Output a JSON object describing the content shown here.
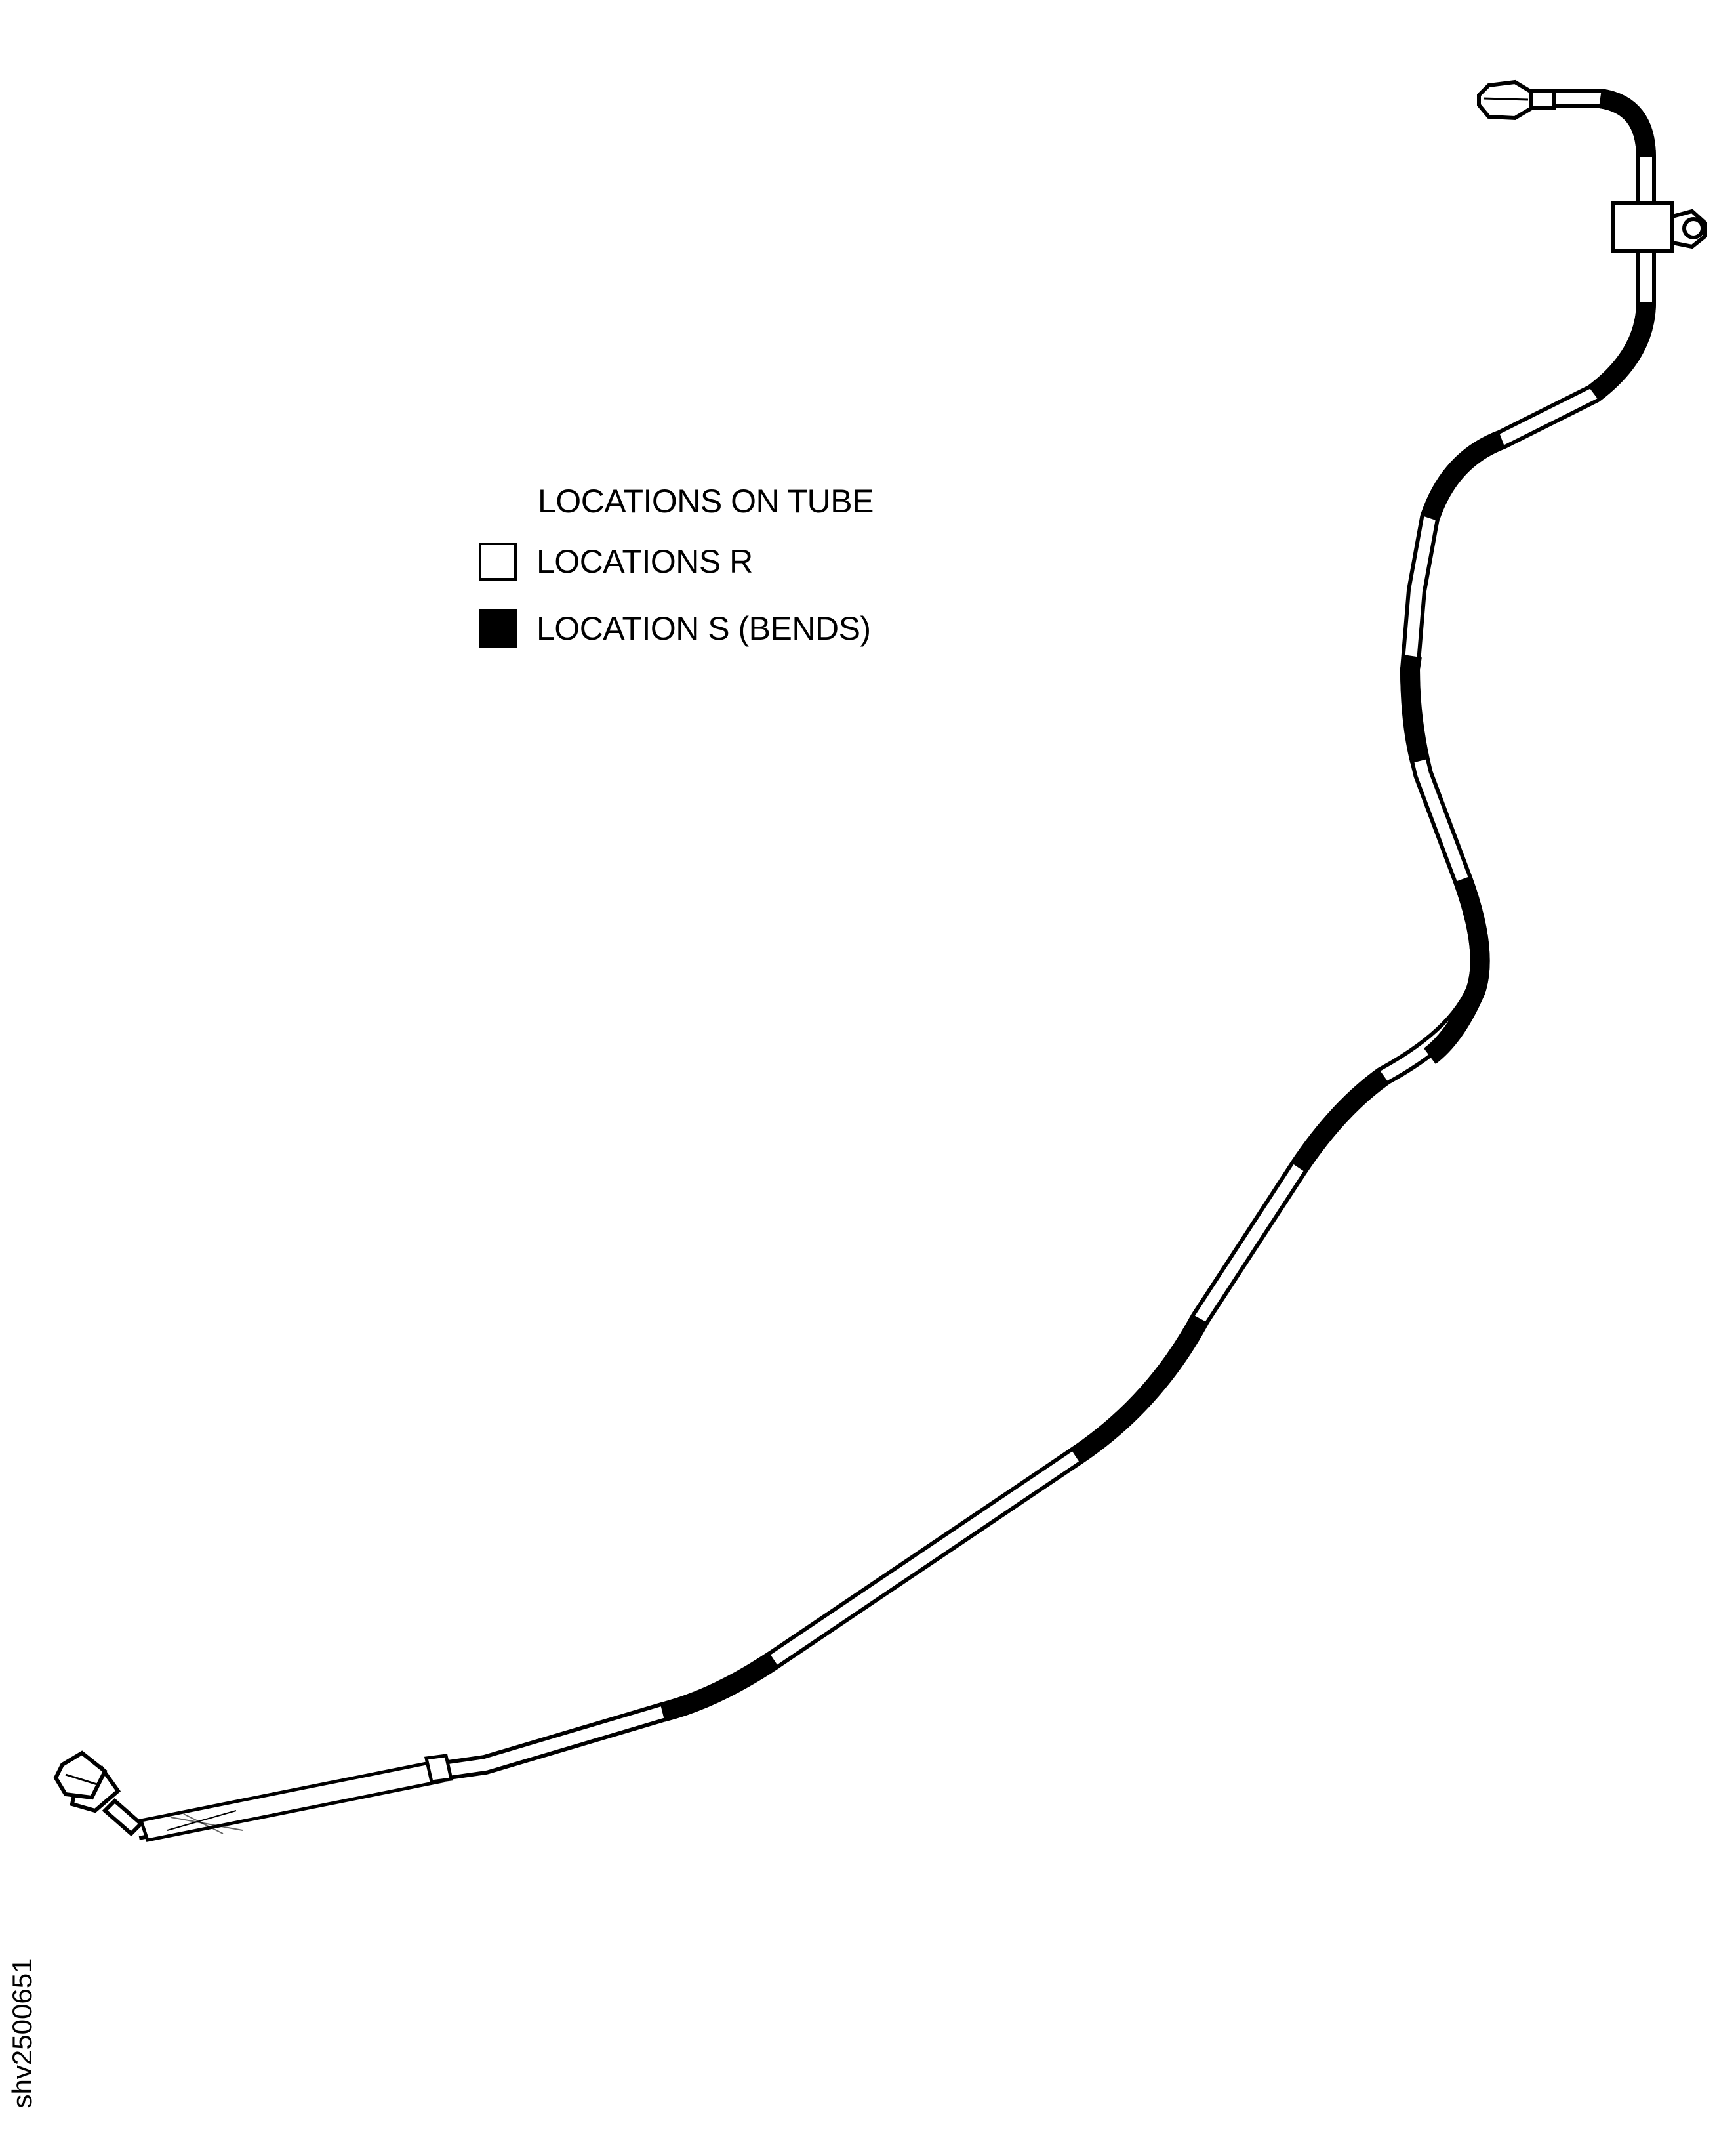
{
  "legend": {
    "title": "LOCATIONS ON TUBE",
    "items": [
      {
        "label": "LOCATIONS R",
        "swatch": "white"
      },
      {
        "label": "LOCATION S (BENDS)",
        "swatch": "black"
      }
    ]
  },
  "figure_id": "shv2500651",
  "colors": {
    "line": "#000000",
    "background": "#ffffff"
  }
}
